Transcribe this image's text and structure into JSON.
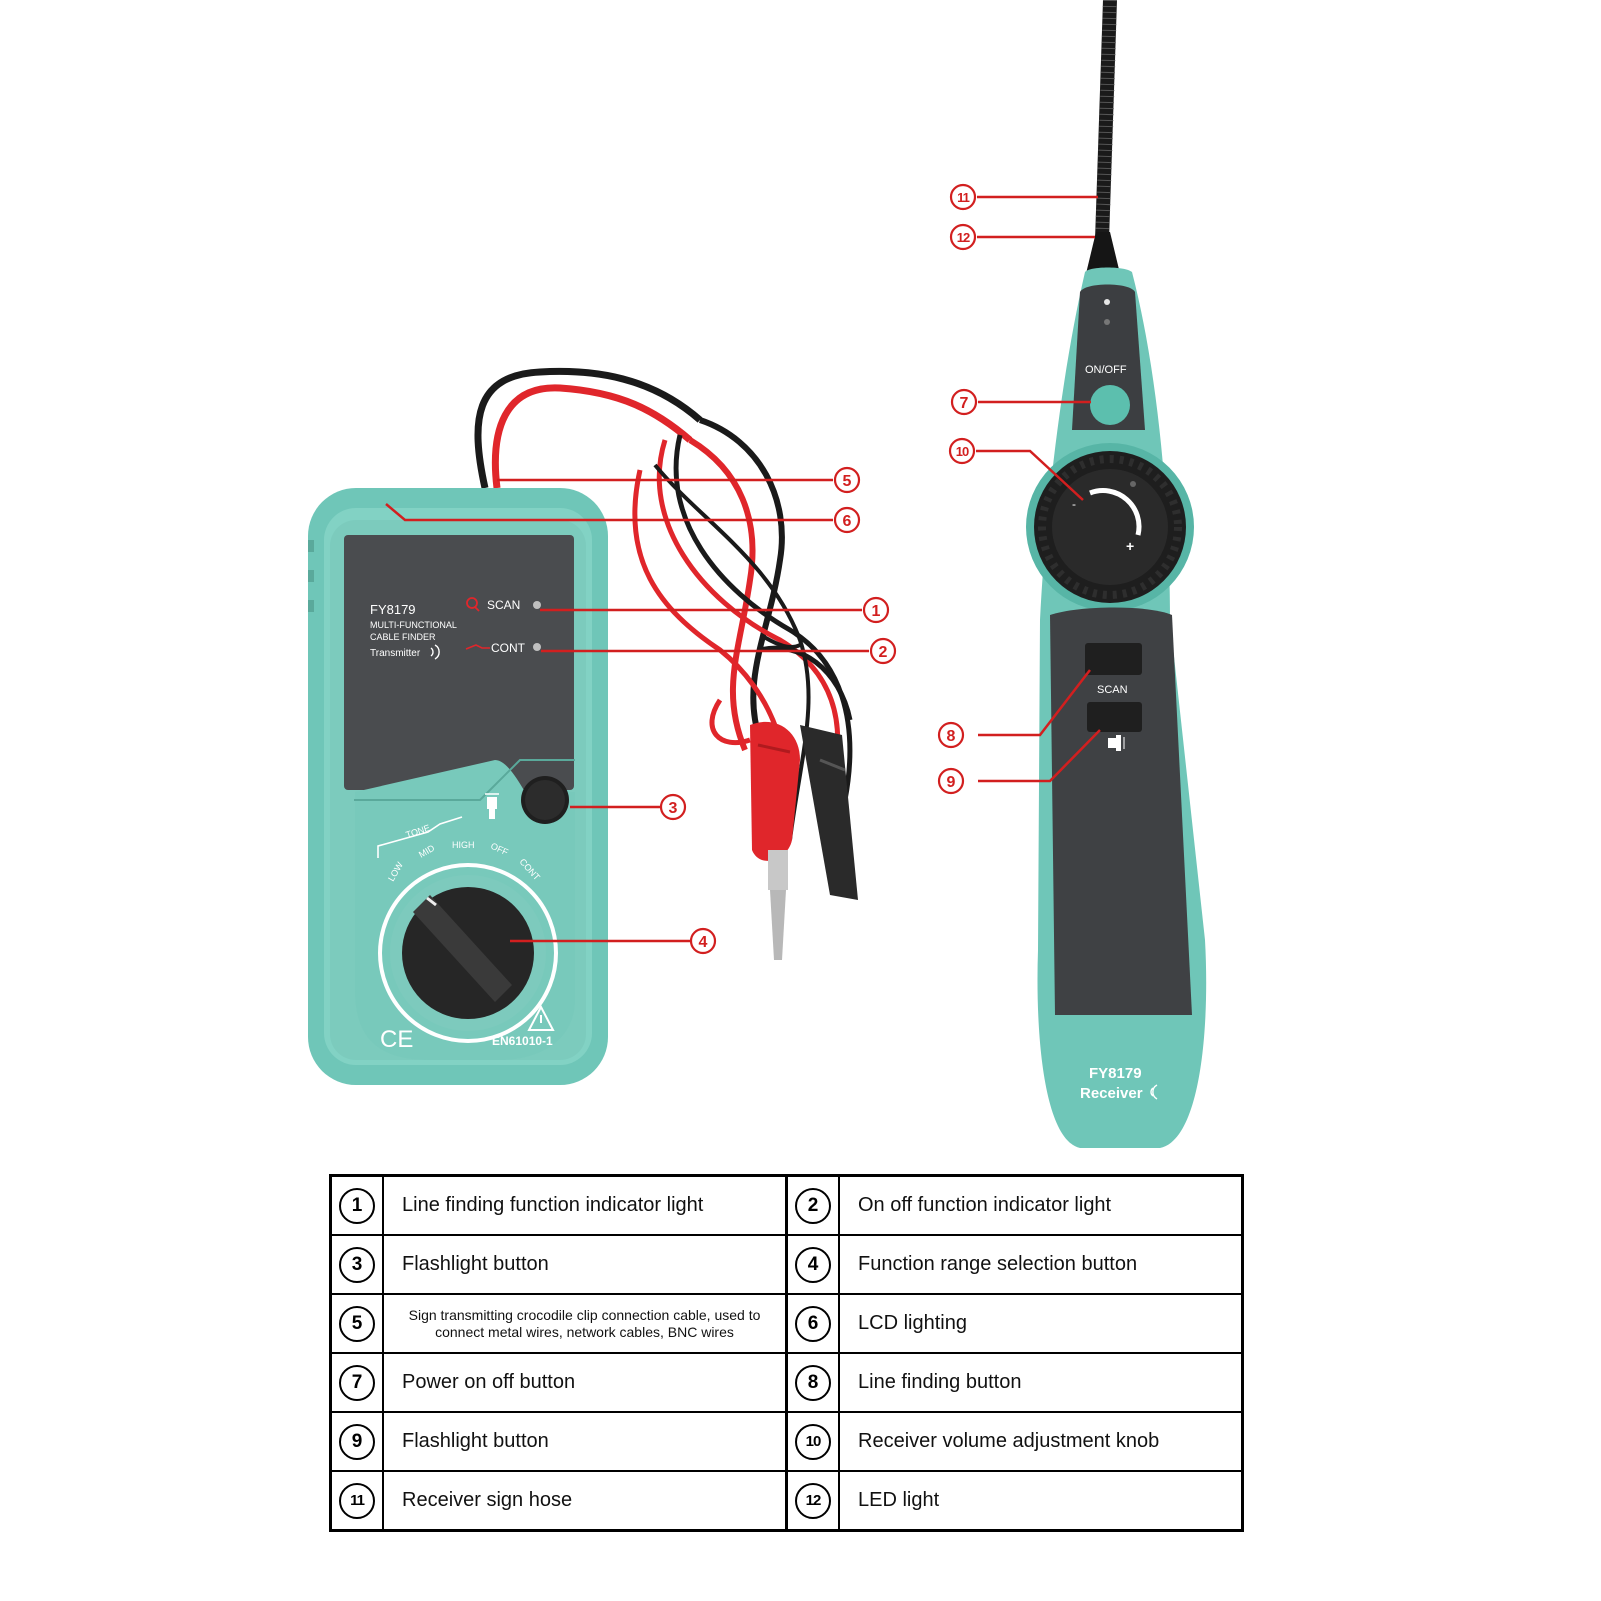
{
  "colors": {
    "device_teal": "#6fc6b8",
    "panel_dark": "#4a4c4f",
    "callout_red": "#d21f1f",
    "wire_red": "#e0262b",
    "wire_black": "#1a1a1a"
  },
  "callouts": [
    {
      "num": "1"
    },
    {
      "num": "2"
    },
    {
      "num": "3"
    },
    {
      "num": "4"
    },
    {
      "num": "5"
    },
    {
      "num": "6"
    },
    {
      "num": "7"
    },
    {
      "num": "8"
    },
    {
      "num": "9"
    },
    {
      "num": "10"
    },
    {
      "num": "11"
    },
    {
      "num": "12"
    }
  ],
  "transmitter": {
    "model": "FY8179",
    "line1": "MULTI-FUNCTIONAL",
    "line2": "CABLE FINDER",
    "role": "Transmitter",
    "scan": "SCAN",
    "cont": "CONT",
    "tone": "TONE",
    "dial": [
      "LOW",
      "MID",
      "HIGH",
      "OFF",
      "CONT"
    ],
    "ce": "CE",
    "standard": "EN61010-1"
  },
  "receiver": {
    "onoff": "ON/OFF",
    "scan": "SCAN",
    "model": "FY8179",
    "role": "Receiver",
    "minus": "-",
    "plus": "+"
  },
  "legend": [
    {
      "num": "1",
      "text": "Line finding function indicator light"
    },
    {
      "num": "2",
      "text": "On off function indicator light"
    },
    {
      "num": "3",
      "text": "Flashlight button"
    },
    {
      "num": "4",
      "text": "Function range selection button"
    },
    {
      "num": "5",
      "text": "Sign transmitting crocodile clip connection cable, used to connect metal wires, network cables, BNC wires"
    },
    {
      "num": "6",
      "text": "LCD lighting"
    },
    {
      "num": "7",
      "text": "Power on off button"
    },
    {
      "num": "8",
      "text": "Line finding button"
    },
    {
      "num": "9",
      "text": "Flashlight button"
    },
    {
      "num": "10",
      "text": "Receiver volume adjustment knob"
    },
    {
      "num": "11",
      "text": "Receiver sign hose"
    },
    {
      "num": "12",
      "text": "LED light"
    }
  ]
}
